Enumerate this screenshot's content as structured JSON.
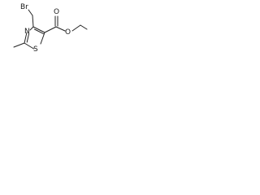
{
  "diagram": {
    "type": "chemical-structure",
    "atoms": {
      "bromine": "Br",
      "ring_nitrogen": "N",
      "ring_sulfur": "S",
      "carbonyl_oxygen": "O",
      "ester_oxygen": "O"
    },
    "colors": {
      "bond": "#222222",
      "label": "#1a1a1a",
      "background": "#ffffff"
    }
  }
}
